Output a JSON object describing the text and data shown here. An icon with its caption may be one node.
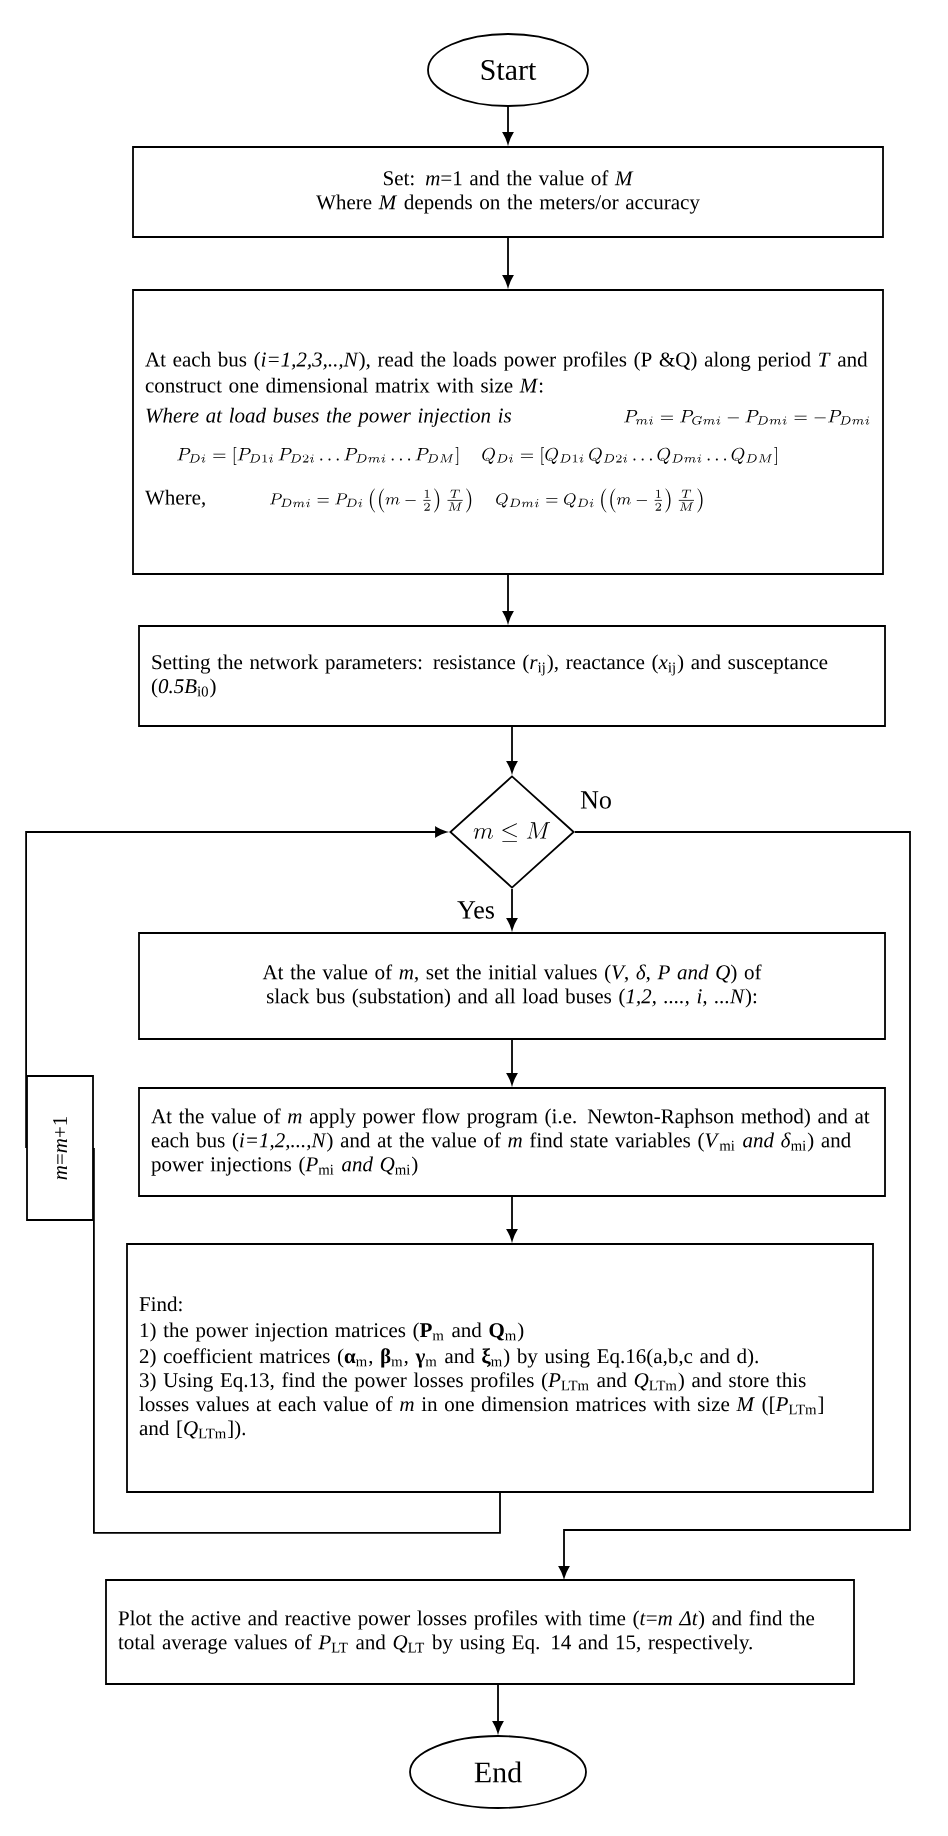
{
  "diagram": {
    "nodes": [
      {
        "text": [
          "Start"
        ]
      },
      {
        "text": [
          "Set: *m*=1 and the value of *M*",
          "Where *M* depends on the meters/or accuracy"
        ]
      },
      {
        "text": [
          "At each bus (*i=1,2,3,..,N*), read the loads power profiles (P &Q) along period *T* and construct one dimensional matrix with size *M*:",
          "*Where at load buses the power injection is*",
          "P_{mi}=P_{Gmi}-P_{Dmi}=-P_{Dmi}",
          "P_{Di}=[P_{D1i}\\,P_{D2i}\\ldots P_{Dmi}\\ldots P_{DM}]",
          "Q_{Di}=[Q_{D1i}\\,Q_{D2i}\\ldots Q_{Dmi}\\ldots Q_{DM}]",
          "Where,",
          "P_{Dmi}=P_{Di}\\left(\\left(m-\\frac{1}{2}\\right)\\frac{T}{M}\\right)",
          "Q_{Dmi}=Q_{Di}\\left(\\left(m-\\frac{1}{2}\\right)\\frac{T}{M}\\right)"
        ]
      },
      {
        "text": [
          "Setting the network parameters: resistance (*r*$_{ij}$), reactance (*x*$_{ij}$) and susceptance (*0.5B*$_{i0}$)"
        ]
      },
      {
        "text": [
          "m\\leq M"
        ]
      },
      {
        "text": [
          "At the value of *m*, set the initial values (*V*, *δ*, *P and Q*) of slack bus (substation) and all load buses (*1,2, ...., i, ...N*):"
        ]
      },
      {
        "text": [
          "At the value of *m* apply power flow program (i.e. Newton-Raphson method) and at each bus (*i=1,2,...,N*) and at the value of *m* find state variables (*V*$_{mi}$ *and δ*$_{mi}$) and power injections (*P*$_{mi}$ *and Q*$_{mi}$)"
        ]
      },
      {
        "text": [
          "Find:",
          "1) the power injection matrices (**P**$_{m}$ and **Q**$_{m}$)",
          "2) coefficient matrices (**α**$_{m}$, **β**$_{m}$, **γ**$_{m}$ and **ξ**$_{m}$) by using Eq.16(a,b,c and d).",
          "3) Using Eq.13, find the power losses profiles (*P*$_{LTm}$ and *Q*$_{LTm}$) and store this losses values at each value of *m* in one dimension matrices with size *M* ([*P*$_{LTm}$] and [*Q*$_{LTm}$])."
        ]
      },
      {
        "text": [
          "Plot the active and reactive power losses profiles with time (*t*=*m* *Δt*) and find the total average values of *P*$_{LT}$ and *Q*$_{LT}$ by using Eq. 14 and 15, respectively."
        ]
      },
      {
        "text": [
          "End"
        ]
      },
      {
        "text": [
          "*m*=*m*+1"
        ]
      }
    ],
    "edges": [
      {
        "from": 0,
        "to": 1,
        "arrow": "to"
      },
      {
        "from": 1,
        "to": 2,
        "arrow": "to"
      },
      {
        "from": 2,
        "to": 3,
        "arrow": "to"
      },
      {
        "from": 3,
        "to": 4,
        "arrow": "to"
      },
      {
        "from": 4,
        "to": 5,
        "arrow": "to",
        "label": "Yes"
      },
      {
        "from": 5,
        "to": 6,
        "arrow": "to"
      },
      {
        "from": 6,
        "to": 7,
        "arrow": "to"
      },
      {
        "from": 7,
        "to": 10,
        "arrow": "none"
      },
      {
        "from": 10,
        "to": 4,
        "arrow": "to"
      },
      {
        "from": 4,
        "to": 8,
        "arrow": "to",
        "label": "No"
      },
      {
        "from": 8,
        "to": 9,
        "arrow": "to"
      }
    ]
  }
}
